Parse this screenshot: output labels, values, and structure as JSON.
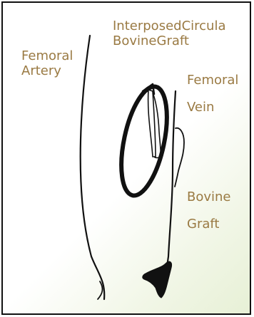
{
  "labels": {
    "femoral_artery": [
      "Femoral",
      "Artery"
    ],
    "interposed_graft": [
      "InterposedCircula",
      "BovineGraft"
    ],
    "femoral_vein": [
      "Femoral",
      "Vein"
    ],
    "bovine_graft": [
      "Bovine",
      "Graft"
    ]
  },
  "colors": {
    "label_text": "#9a7a43",
    "stroke": "#111111",
    "frame_border": "#111111",
    "background_tint": "#e7f0d6"
  }
}
